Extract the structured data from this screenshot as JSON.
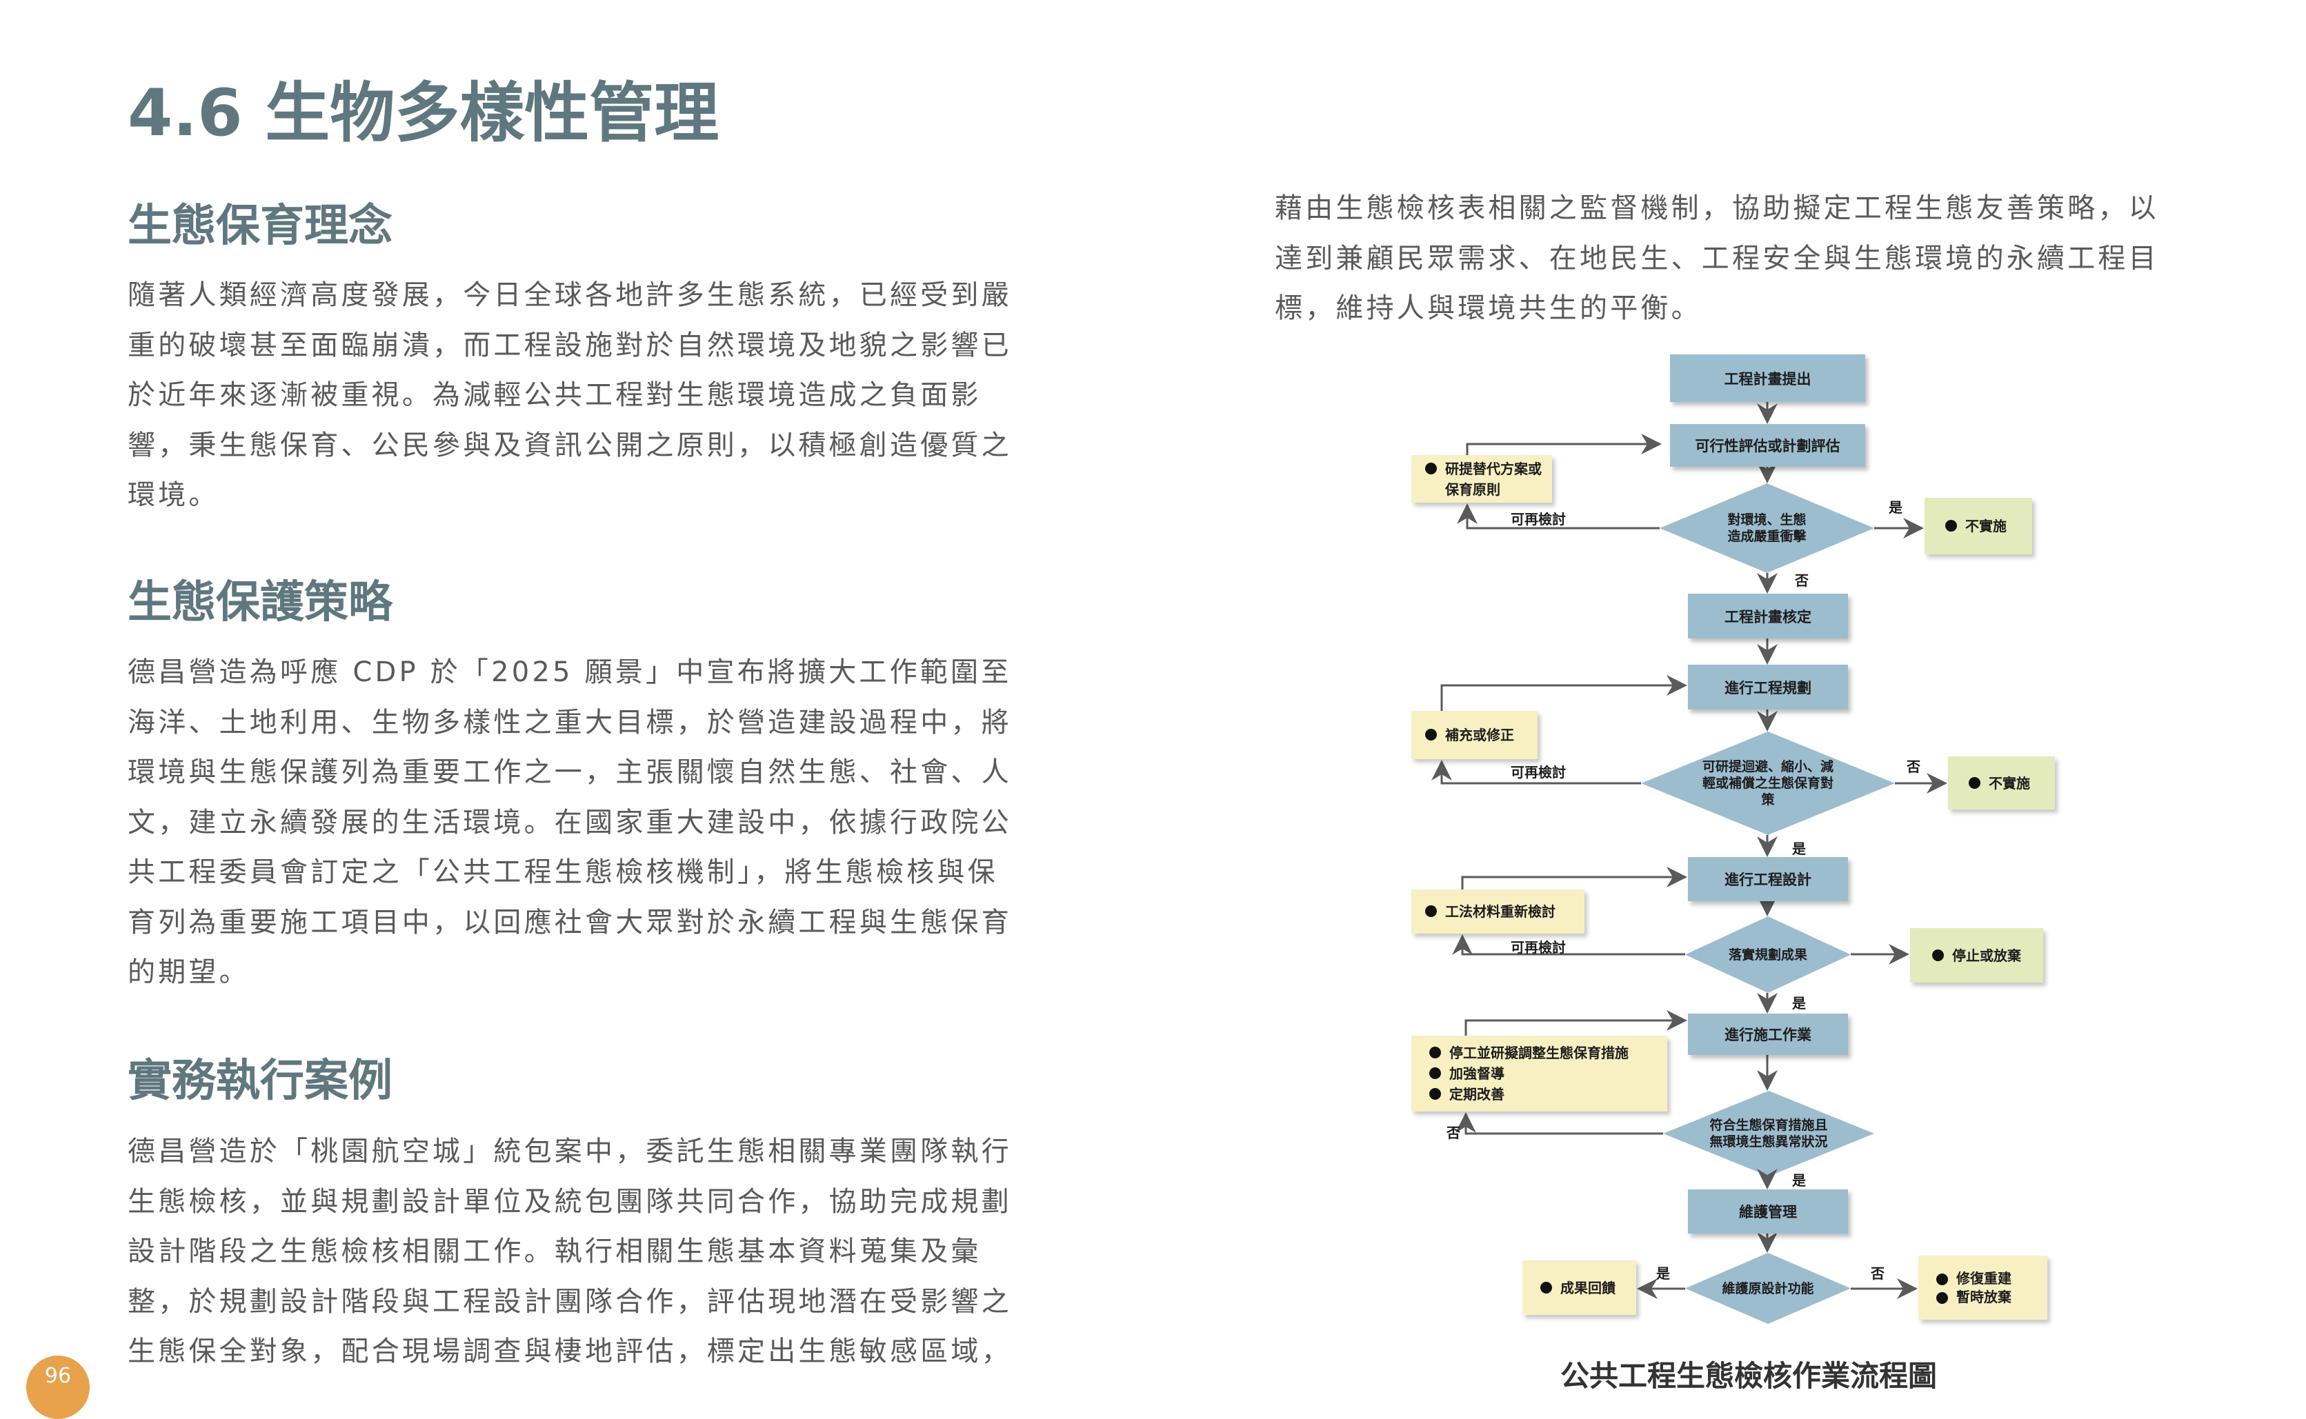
{
  "page": {
    "title": "4.6 生物多樣性管理",
    "page_number": "96",
    "sections": [
      {
        "heading": "生態保育理念",
        "lines": [
          "隨著人類經濟高度發展，今日全球各地許多生態系統，已經受到嚴",
          "重的破壞甚至面臨崩潰，而工程設施對於自然環境及地貌之影響已",
          "於近年來逐漸被重視。為減輕公共工程對生態環境造成之負面影",
          "響，秉生態保育、公民參與及資訊公開之原則，以積極創造優質之",
          "環境。"
        ]
      },
      {
        "heading": "生態保護策略",
        "lines": [
          "德昌營造為呼應 CDP 於「2025 願景」中宣布將擴大工作範圍至",
          "海洋、土地利用、生物多樣性之重大目標，於營造建設過程中，將",
          "環境與生態保護列為重要工作之一，主張關懷自然生態、社會、人",
          "文，建立永續發展的生活環境。在國家重大建設中，依據行政院公",
          "共工程委員會訂定之「公共工程生態檢核機制」，將生態檢核與保",
          "育列為重要施工項目中，以回應社會大眾對於永續工程與生態保育",
          "的期望。"
        ]
      },
      {
        "heading": "實務執行案例",
        "lines": [
          "德昌營造於「桃園航空城」統包案中，委託生態相關專業團隊執行",
          "生態檢核，並與規劃設計單位及統包團隊共同合作，協助完成規劃",
          "設計階段之生態檢核相關工作。執行相關生態基本資料蒐集及彙",
          "整，於規劃設計階段與工程設計團隊合作，評估現地潛在受影響之",
          "生態保全對象，配合現場調查與棲地評估，標定出生態敏感區域，"
        ]
      }
    ],
    "right_paragraph": [
      "藉由生態檢核表相關之監督機制，協助擬定工程生態友善策略，以",
      "達到兼顧民眾需求、在地民生、工程安全與生態環境的永續工程目",
      "標，維持人與環境共生的平衡。"
    ]
  },
  "flowchart": {
    "caption": "公共工程生態檢核作業流程圖",
    "steps": [
      "工程計畫提出",
      "可行性評估或計劃評估",
      "工程計畫核定",
      "進行工程規劃",
      "進行工程設計",
      "進行施工作業",
      "維護管理"
    ],
    "decisions": [
      [
        "對環境、生態",
        "造成嚴重衝擊"
      ],
      [
        "可研提迴避、縮小、減",
        "輕或補償之生態保育對",
        "策"
      ],
      [
        "落實規劃成果"
      ],
      [
        "符合生態保育措施且",
        "無環境生態異常狀況"
      ],
      [
        "維護原設計功能"
      ]
    ],
    "notes": {
      "alt_plan": [
        "研提替代方案或",
        "保育原則"
      ],
      "not_impl_1": [
        "不實施"
      ],
      "supplement": [
        "補充或修正"
      ],
      "not_impl_2": [
        "不實施"
      ],
      "material_review": [
        "工法材料重新檢討"
      ],
      "stop": [
        "停止或放棄"
      ],
      "construction_fix": [
        "停工並研擬調整生態保育措施",
        "加強督導",
        "定期改善"
      ],
      "feedback": [
        "成果回饋"
      ],
      "repair": [
        "修復重建",
        "暫時放棄"
      ]
    },
    "labels": {
      "yes": "是",
      "no": "否",
      "review": "可再檢討"
    },
    "colors": {
      "process": "#9bbdce",
      "note": "#f8efc2",
      "terminal": "#e3ebbd",
      "heading": "#5f7880",
      "page_badge": "#e8a24c"
    }
  }
}
